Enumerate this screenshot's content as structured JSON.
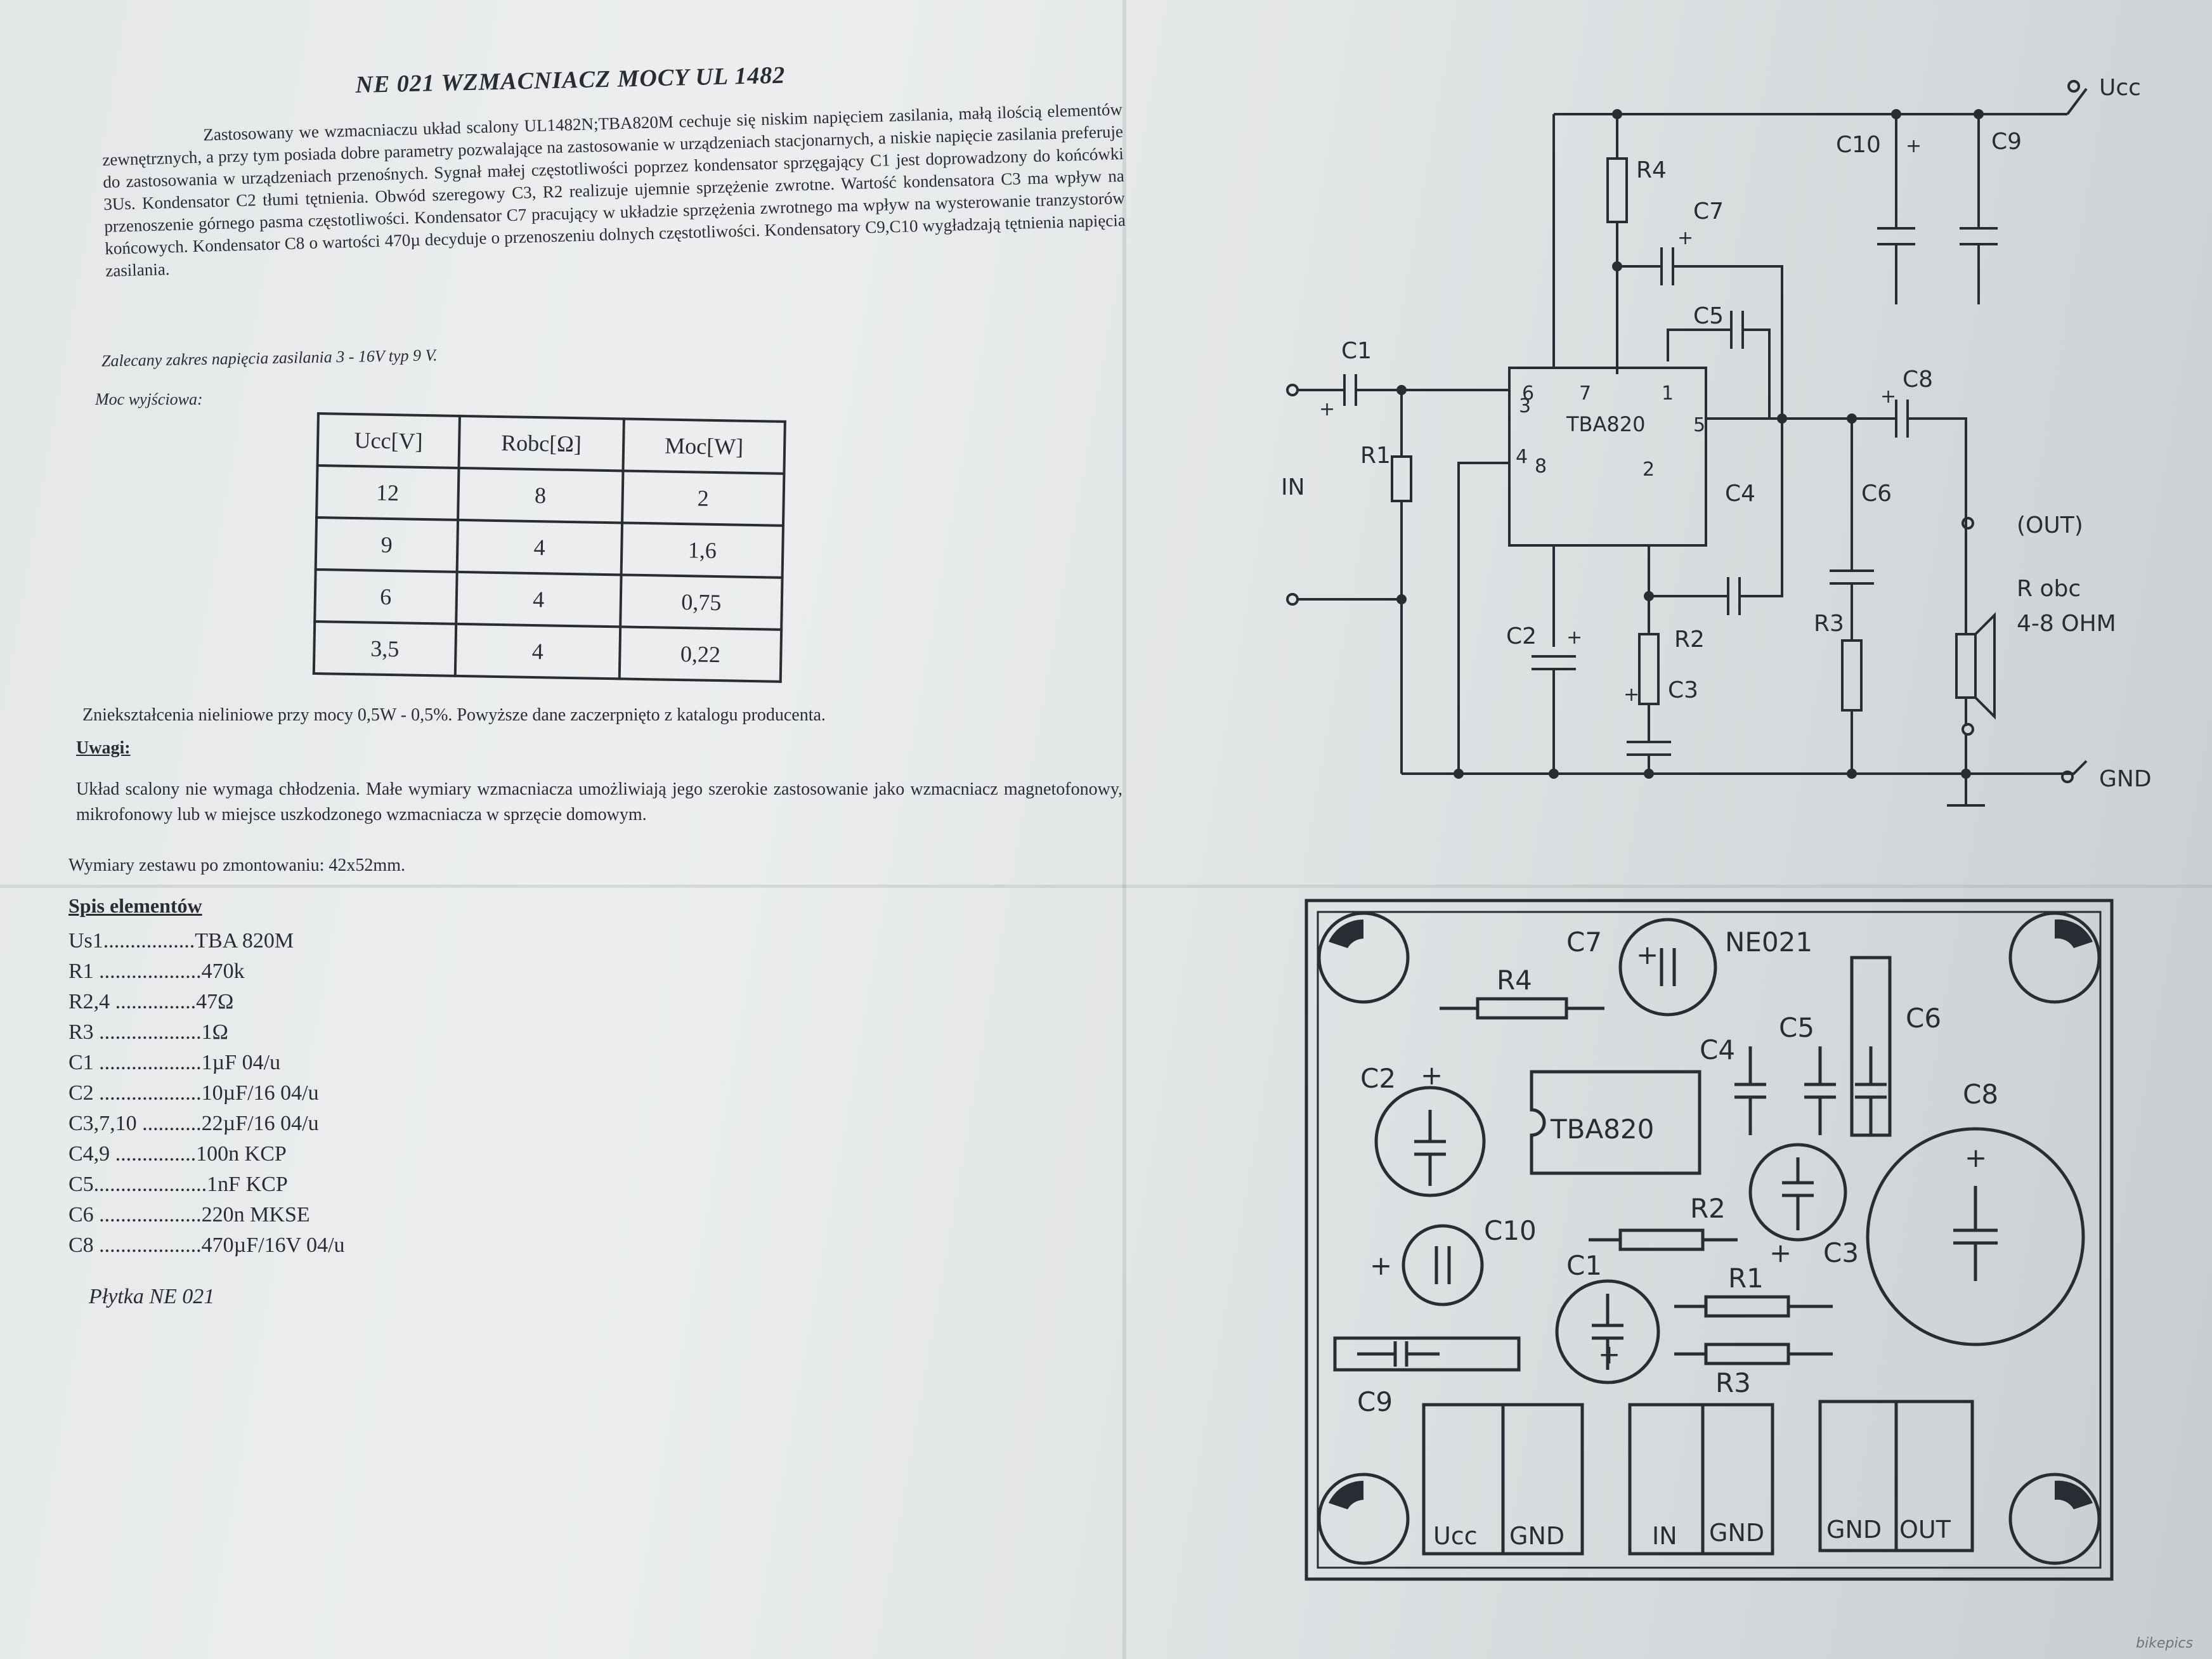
{
  "document": {
    "title": "NE 021 WZMACNIACZ MOCY UL 1482",
    "intro": "Zastosowany we wzmacniaczu układ scalony UL1482N;TBA820M cechuje się niskim napięciem zasilania, małą ilością elementów zewnętrznych, a przy tym posiada dobre parametry pozwalające na zastosowanie w urządzeniach stacjonarnych, a niskie napięcie zasilania preferuje do zastosowania w urządzeniach przenośnych. Sygnał małej częstotliwości poprzez kondensator sprzęgający C1 jest doprowadzony do końcówki 3Us. Kondensator C2 tłumi tętnienia. Obwód szeregowy C3, R2 realizuje ujemnie sprzężenie zwrotne. Wartość kondensatora C3 ma wpływ na przenoszenie górnego pasma częstotliwości. Kondensator C7 pracujący w układzie sprzężenia zwrotnego ma wpływ na wysterowanie tranzystorów końcowych. Kondensator C8 o wartości 470µ decyduje o przenoszeniu dolnych częstotliwości. Kondensatory C9,C10 wygładzają tętnienia napięcia zasilania.",
    "supply_range": "Zalecany zakres napięcia zasilania 3 - 16V typ 9 V.",
    "output_power_label": "Moc wyjściowa:",
    "table": {
      "headers": [
        "Ucc[V]",
        "Robc[Ω]",
        "Moc[W]"
      ],
      "rows": [
        [
          "12",
          "8",
          "2"
        ],
        [
          "9",
          "4",
          "1,6"
        ],
        [
          "6",
          "4",
          "0,75"
        ],
        [
          "3,5",
          "4",
          "0,22"
        ]
      ]
    },
    "distortion": "Zniekształcenia nieliniowe przy mocy 0,5W - 0,5%. Powyższe dane zaczerpnięto z katalogu producenta.",
    "notes_heading": "Uwagi:",
    "notes": "Układ scalony nie wymaga chłodzenia. Małe wymiary wzmacniacza umożliwiają jego szerokie zastosowanie jako wzmacniacz magnetofonowy, mikrofonowy lub w miejsce uszkodzonego wzmacniacza w sprzęcie domowym.",
    "dimensions": "Wymiary zestawu po zmontowaniu: 42x52mm.",
    "parts_heading": "Spis elementów",
    "parts": [
      "Us1.................TBA 820M",
      "R1 ...................470k",
      "R2,4 ...............47Ω",
      "R3 ...................1Ω",
      "C1 ...................1µF   04/u",
      "C2 ...................10µF/16 04/u",
      "C3,7,10 ...........22µF/16 04/u",
      "C4,9 ...............100n  KCP",
      "C5.....................1nF       KCP",
      "C6 ...................220n  MKSE",
      "C8 ...................470µF/16V  04/u"
    ],
    "board": "Płytka NE 021"
  },
  "schematic": {
    "labels": {
      "ucc": "Ucc",
      "gnd": "GND",
      "in": "IN",
      "out": "(OUT)",
      "rload": "R obc",
      "rload_value": "4-8 OHM",
      "ic": "TBA820",
      "c1": "C1",
      "c2": "C2",
      "c3": "C3",
      "c4": "C4",
      "c5": "C5",
      "c6": "C6",
      "c7": "C7",
      "c8": "C8",
      "c9": "C9",
      "c10": "C10",
      "r1": "R1",
      "r2": "R2",
      "r3": "R3",
      "r4": "R4",
      "p1": "1",
      "p2": "2",
      "p3": "3",
      "p4": "4",
      "p5": "5",
      "p6": "6",
      "p7": "7",
      "p8": "8",
      "plus": "+"
    }
  },
  "pcb": {
    "labels": {
      "name": "NE021",
      "ic": "TBA820",
      "c1": "C1",
      "c2": "C2",
      "c3": "C3",
      "c4": "C4",
      "c5": "C5",
      "c6": "C6",
      "c7": "C7",
      "c8": "C8",
      "c9": "C9",
      "c10": "C10",
      "r1": "R1",
      "r2": "R2",
      "r3": "R3",
      "r4": "R4",
      "t_ucc": "Ucc",
      "t_gnd1": "GND",
      "t_in": "IN",
      "t_gnd2": "GND",
      "t_gnd3": "GND",
      "t_out": "OUT",
      "plus": "+"
    }
  },
  "watermark": "bikepics"
}
